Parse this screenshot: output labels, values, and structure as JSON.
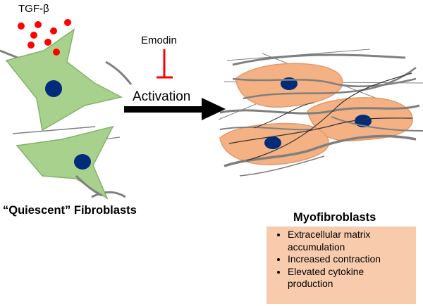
{
  "labels": {
    "tgf_beta": "TGF-β",
    "emodin": "Emodin",
    "activation": "Activation",
    "quiescent": "“Quiescent” Fibroblasts",
    "myofibroblasts": "Myofibroblasts"
  },
  "myofibroblast_features": [
    "Extracellular matrix accumulation",
    "Increased contraction",
    "Elevated cytokine production"
  ],
  "colors": {
    "fibroblast_fill": "#a9d18e",
    "fibroblast_stroke": "#82b366",
    "myofibroblast_fill": "#f4b183",
    "myofibroblast_stroke": "#e39a6a",
    "nucleus": "#002c7a",
    "tgf_dot": "#ff0000",
    "inhibitor": "#ff0000",
    "fiber_gray": "#7f7f7f",
    "fiber_dark": "#333333",
    "feature_box": "#f8cbad"
  }
}
